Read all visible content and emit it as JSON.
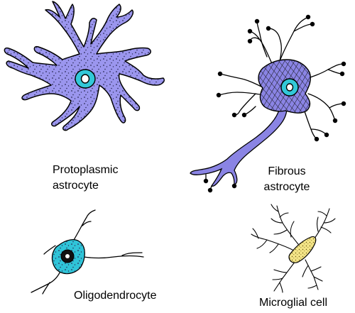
{
  "labels": {
    "protoplasmic": {
      "line1": "Protoplasmic",
      "line2": "astrocyte"
    },
    "fibrous": {
      "line1": "Fibrous",
      "line2": "astrocyte"
    },
    "oligodendrocyte": "Oligodendrocyte",
    "microglial": "Microglial cell"
  },
  "colors": {
    "astrocyte_body": "#9b96ee",
    "stipple": "#2a2a55",
    "nucleus": "#32c8d8",
    "fibrous_body": "#8a84e4",
    "oligo_body": "#2fc4d8",
    "microglia_body": "#f3e487",
    "outline": "#000000"
  }
}
